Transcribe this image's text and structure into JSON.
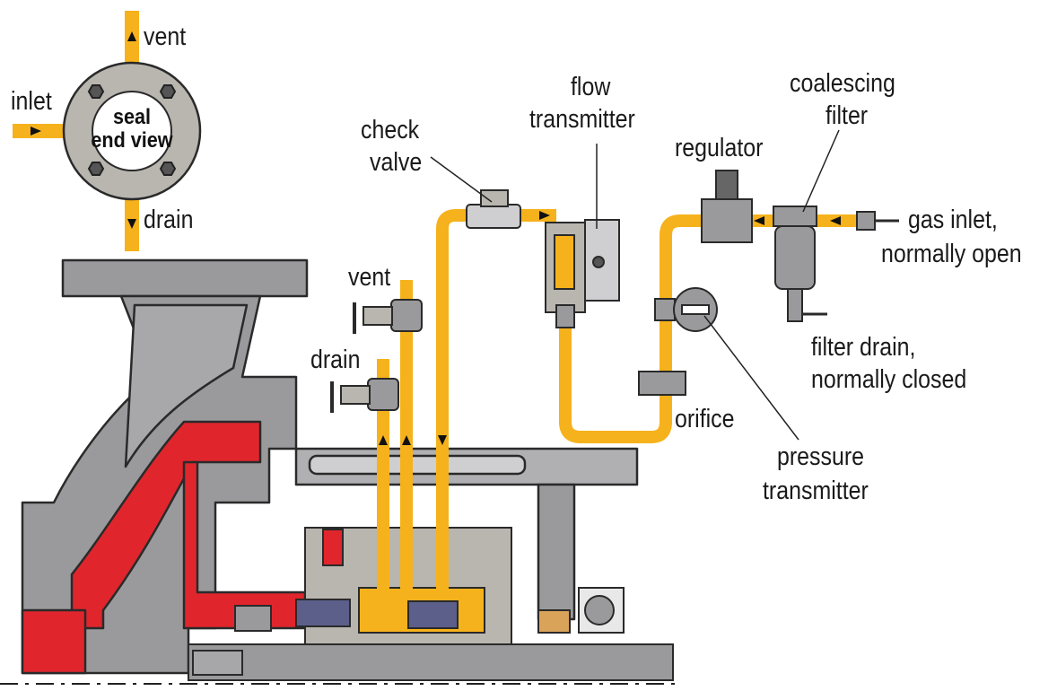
{
  "labels": {
    "vent_top": "vent",
    "inlet": "inlet",
    "drain_top": "drain",
    "seal_line1": "seal",
    "seal_line2": "end view",
    "check_valve_1": "check",
    "check_valve_2": "valve",
    "flow_transmitter_1": "flow",
    "flow_transmitter_2": "transmitter",
    "regulator": "regulator",
    "coalescing_filter_1": "coalescing",
    "coalescing_filter_2": "filter",
    "gas_inlet_1": "gas inlet,",
    "gas_inlet_2": "normally open",
    "vent": "vent",
    "drain": "drain",
    "filter_drain_1": "filter drain,",
    "filter_drain_2": "normally closed",
    "orifice": "orifice",
    "pressure_transmitter_1": "pressure",
    "pressure_transmitter_2": "transmitter"
  },
  "colors": {
    "gas_line": "#f6b21c",
    "pump_casing": "#9a9a9c",
    "impeller": "#e0262c",
    "seal_body": "#b9b6b0",
    "outline": "#2a2a2a"
  }
}
